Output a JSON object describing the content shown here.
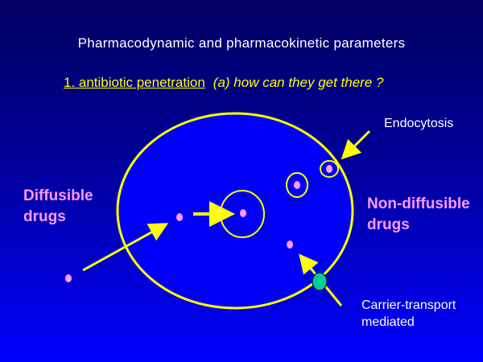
{
  "title": "Pharmacodynamic and pharmacokinetic parameters",
  "subtitle": {
    "section": "1. antibiotic penetration",
    "question": "(a) how can they get there ?"
  },
  "labels": {
    "diffusible": [
      "Diffusible",
      "drugs"
    ],
    "non_diffusible": [
      "Non-diffusible",
      "drugs"
    ],
    "endocytosis": "Endocytosis",
    "carrier": [
      "Carrier-transport",
      "mediated"
    ]
  },
  "colors": {
    "membrane": "#ffff00",
    "drug": "#ff99ff",
    "carrier": "#00cc99",
    "cell": "#0000ff"
  }
}
